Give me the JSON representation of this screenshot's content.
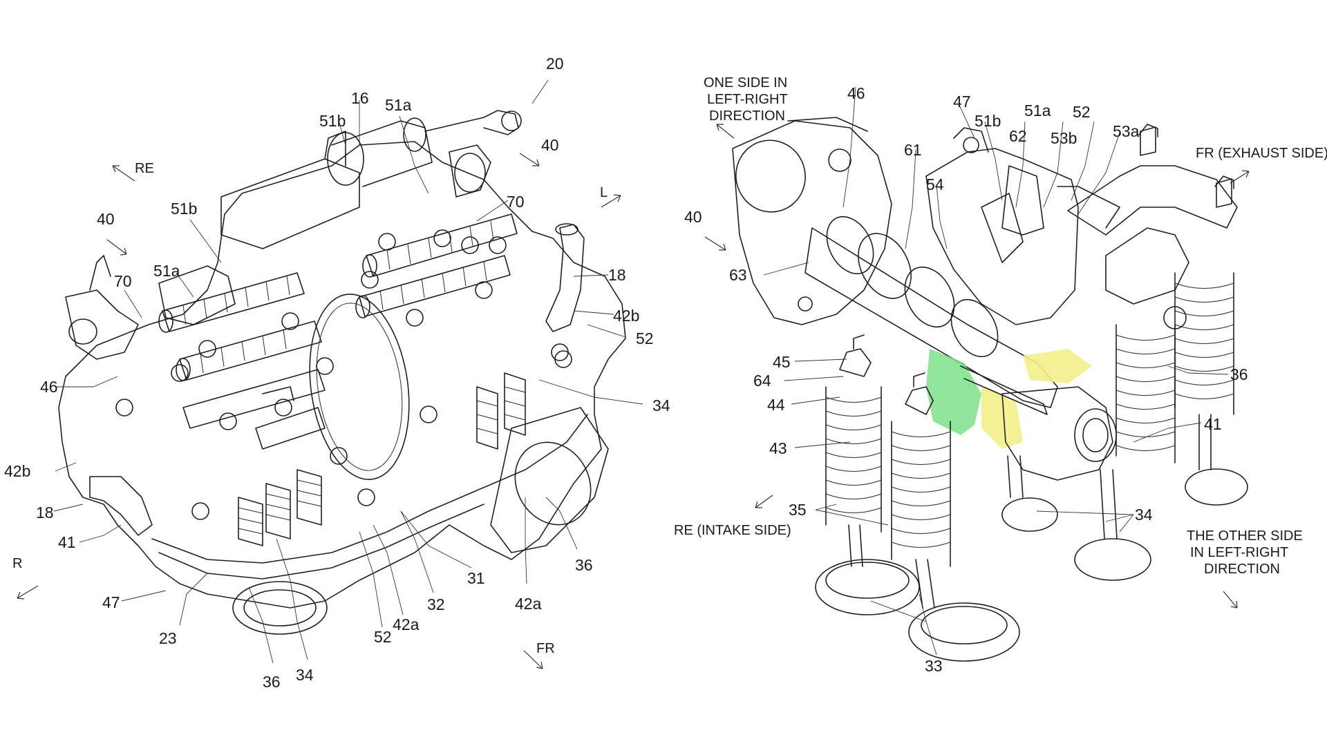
{
  "figure_left": {
    "refs": {
      "n20": "20",
      "n16": "16",
      "n51a_top": "51a",
      "n51b_top": "51b",
      "n40_top": "40",
      "n70_right": "70",
      "n18_right": "18",
      "n42b_right": "42b",
      "n52_right": "52",
      "n34_right": "34",
      "n36_right": "36",
      "n42a_right": "42a",
      "n31": "31",
      "n32": "32",
      "n42a_bottom": "42a",
      "n52_bottom": "52",
      "n34_bottom": "34",
      "n36_bottom": "36",
      "n23": "23",
      "n47": "47",
      "n41": "41",
      "n18_left": "18",
      "n42b_left": "42b",
      "n46": "46",
      "n70_left": "70",
      "n51a_left": "51a",
      "n51b_left": "51b",
      "n40_left": "40"
    },
    "directions": {
      "re": "RE",
      "l": "L",
      "r": "R",
      "fr": "FR"
    }
  },
  "figure_right": {
    "refs": {
      "n40": "40",
      "n46": "46",
      "n47": "47",
      "n51b": "51b",
      "n51a": "51a",
      "n52": "52",
      "n53a": "53a",
      "n53b": "53b",
      "n62": "62",
      "n61": "61",
      "n54": "54",
      "n63": "63",
      "n45": "45",
      "n64": "64",
      "n44": "44",
      "n43": "43",
      "n35": "35",
      "n33": "33",
      "n34": "34",
      "n41": "41",
      "n36": "36"
    },
    "directions": {
      "one_side": [
        "ONE SIDE IN",
        "LEFT-RIGHT",
        "DIRECTION"
      ],
      "fr_exhaust": "FR (EXHAUST SIDE)",
      "re_intake": "RE (INTAKE SIDE)",
      "other_side": [
        "THE OTHER SIDE",
        "IN LEFT-RIGHT",
        "DIRECTION"
      ]
    }
  },
  "colors": {
    "highlight_green": "#7ee08a",
    "highlight_yellow": "#f2ee8a",
    "line": "#1f1f1f",
    "background": "#ffffff"
  }
}
